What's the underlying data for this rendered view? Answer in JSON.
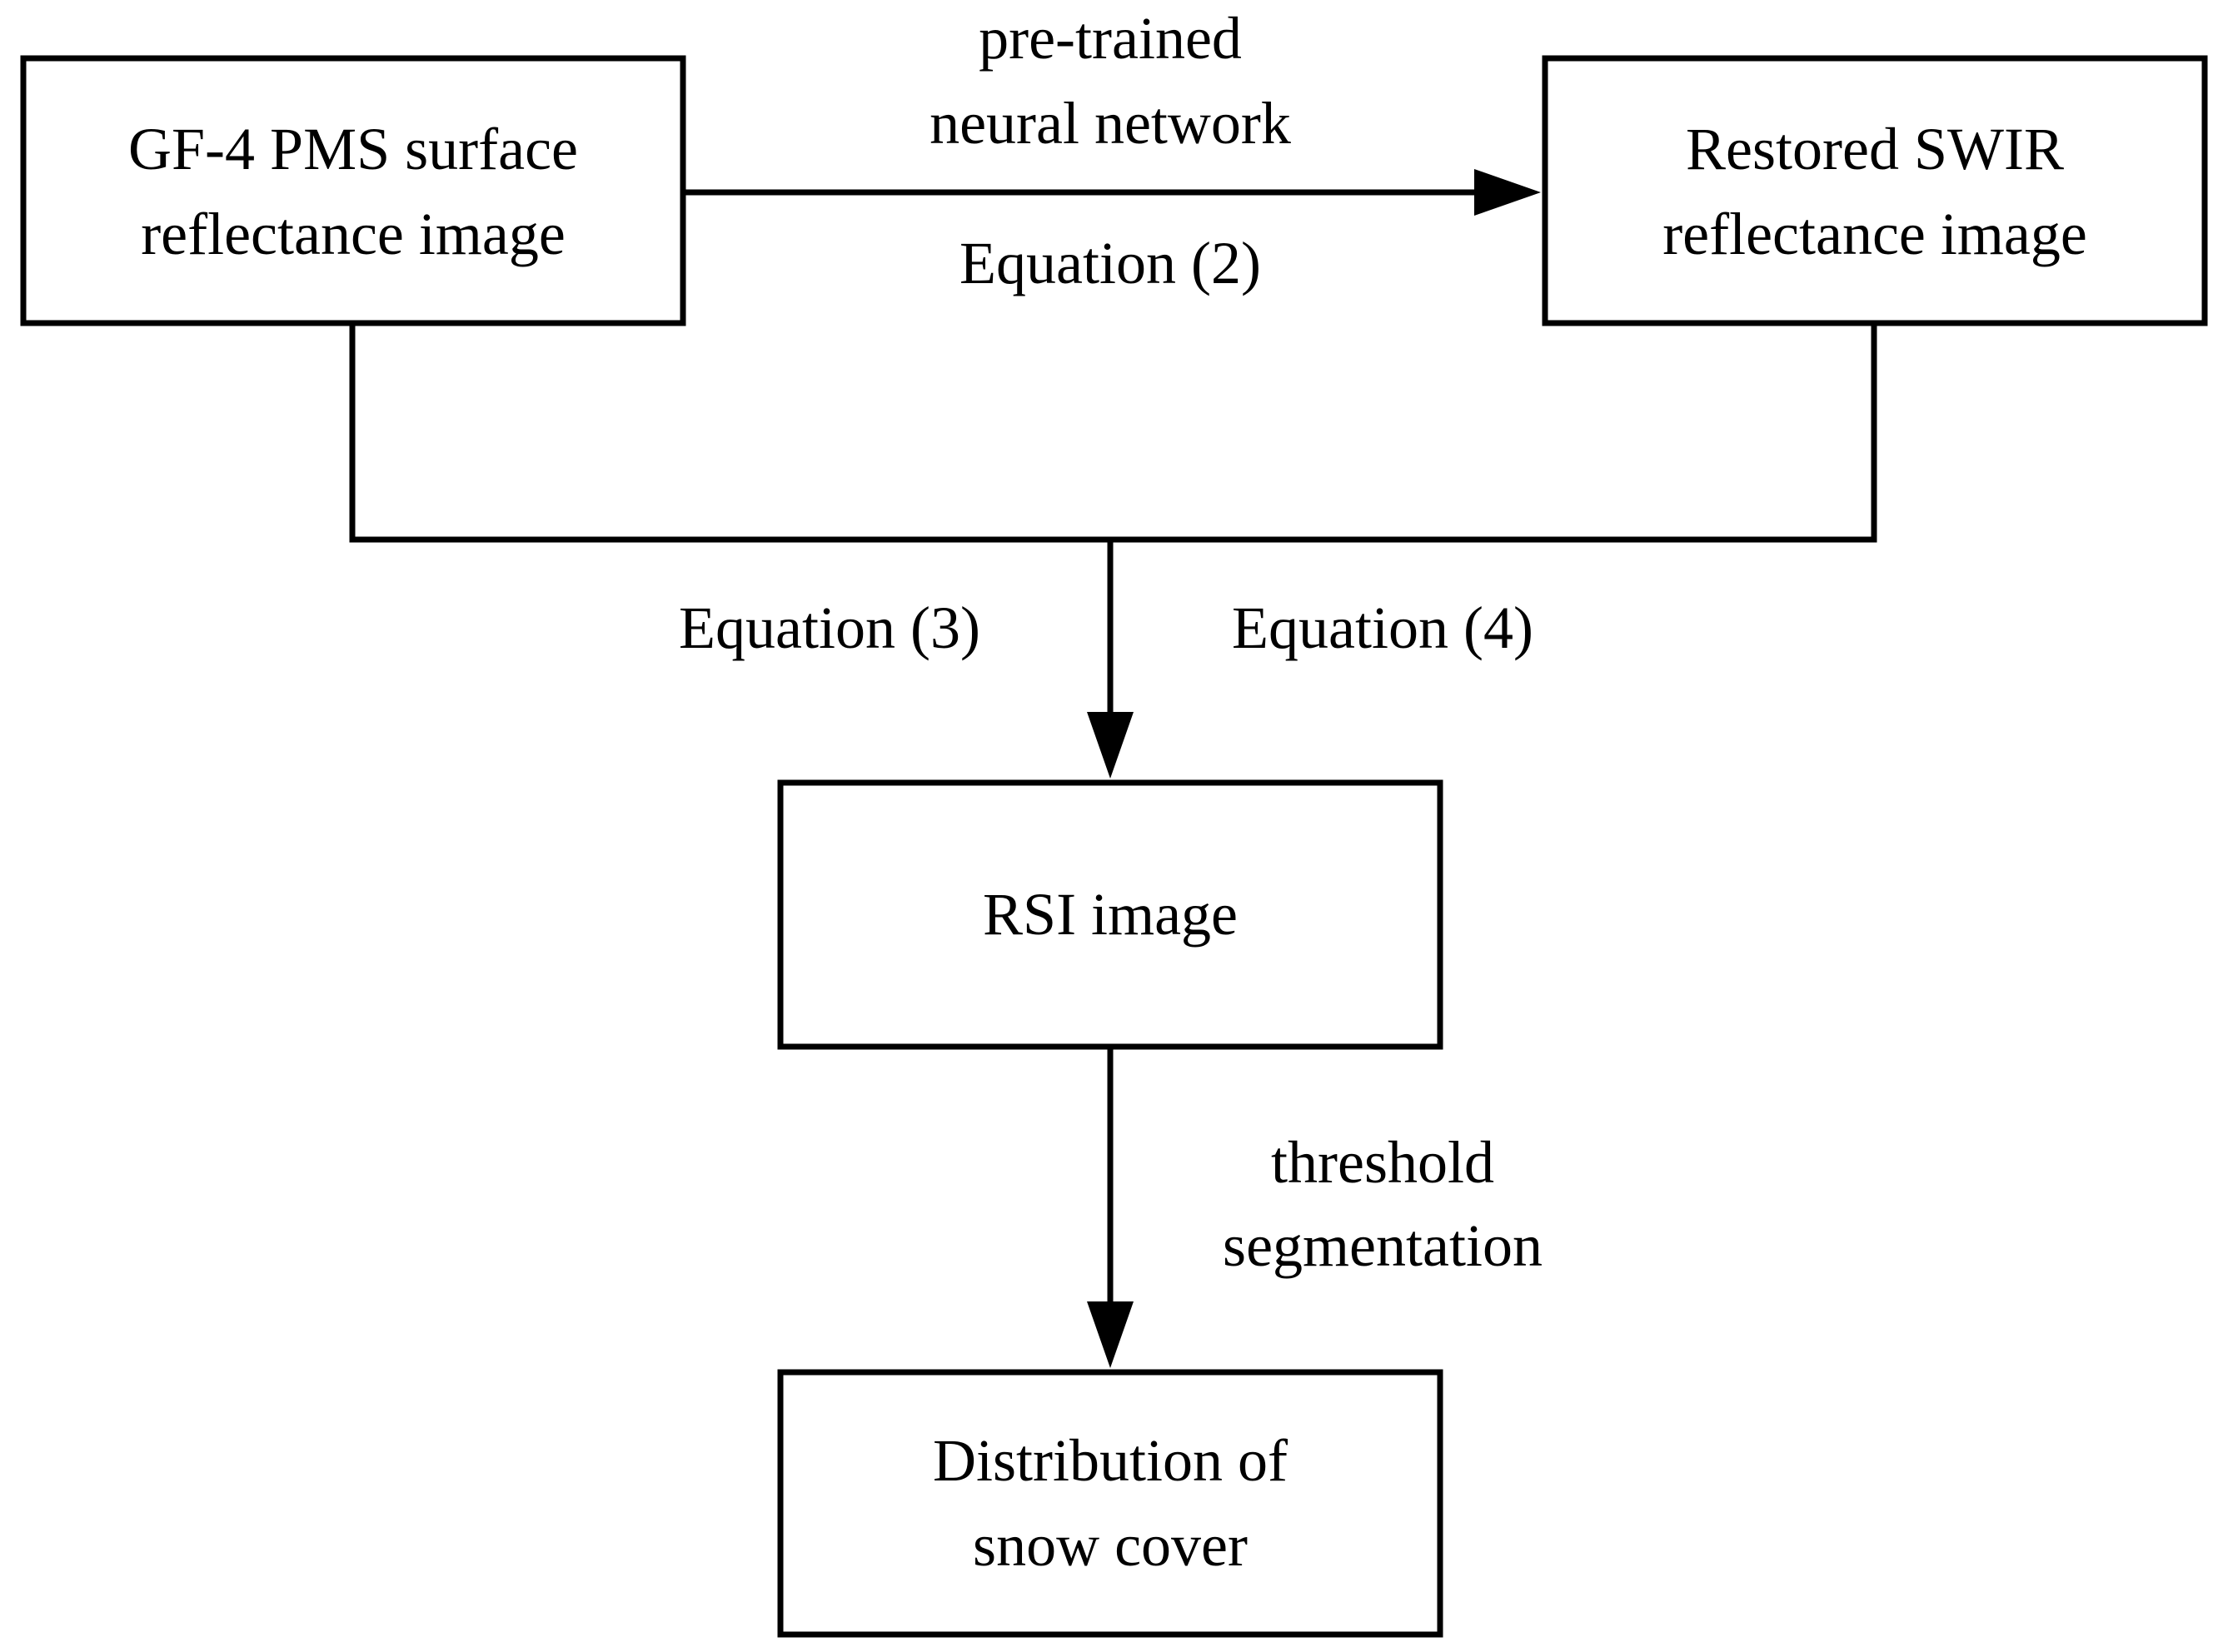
{
  "nodes": {
    "source": {
      "lines": [
        "GF-4 PMS surface",
        "reflectance image"
      ]
    },
    "restored": {
      "lines": [
        "Restored SWIR",
        "reflectance image"
      ]
    },
    "rsi": {
      "lines": [
        "RSI image"
      ]
    },
    "output": {
      "lines": [
        "Distribution of",
        "snow cover"
      ]
    }
  },
  "edge_labels": {
    "nn_line1": "pre-trained",
    "nn_line2": "neural network",
    "eq2": "Equation (2)",
    "eq3": "Equation (3)",
    "eq4": "Equation (4)",
    "threshold_line1": "threshold",
    "threshold_line2": "segmentation"
  }
}
